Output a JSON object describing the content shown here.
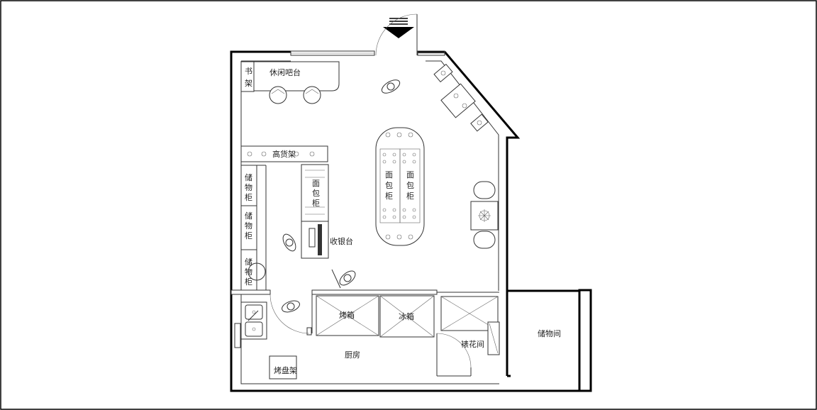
{
  "labels": {
    "bookshelf": [
      "书",
      "架"
    ],
    "leisure_bar": "休闲吧台",
    "high_shelf": "高货架",
    "storage_1": [
      "储",
      "物",
      "柜"
    ],
    "storage_2": [
      "储",
      "物",
      "柜"
    ],
    "storage_3": [
      "储",
      "物",
      "柜"
    ],
    "bread_cabinet_left": [
      "面",
      "包",
      "柜"
    ],
    "bread_cabinet_center_a": [
      "面",
      "包",
      "柜"
    ],
    "bread_cabinet_center_b": [
      "面",
      "包",
      "柜"
    ],
    "cashier": "收银台",
    "oven": "烤箱",
    "fridge": "冰箱",
    "kitchen": "厨房",
    "decoration_room": "裱花间",
    "storage_room": "储物间",
    "tray_rack": "烤盘架"
  },
  "colors": {
    "wall": "#000000",
    "line": "#333333",
    "background": "#ffffff"
  },
  "icons": {
    "entrance": "entrance-arrow-icon",
    "person": "person-icon",
    "stool": "stool-icon",
    "sink": "sink-icon",
    "plant": "plant-icon",
    "computer": "computer-icon"
  }
}
